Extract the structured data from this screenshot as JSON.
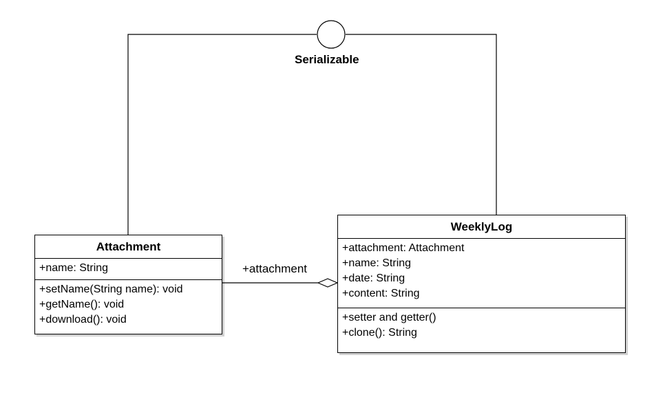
{
  "interface": {
    "name": "Serializable"
  },
  "classes": {
    "attachment": {
      "name": "Attachment",
      "attributes": [
        "+name: String"
      ],
      "methods": [
        "+setName(String name): void",
        "+getName(): void",
        "+download(): void"
      ]
    },
    "weeklylog": {
      "name": "WeeklyLog",
      "attributes": [
        "+attachment: Attachment",
        "+name: String",
        "+date: String",
        "+content: String"
      ],
      "methods": [
        "+setter and getter()",
        "+clone(): String"
      ]
    }
  },
  "association": {
    "label": "+attachment",
    "type": "aggregation"
  }
}
